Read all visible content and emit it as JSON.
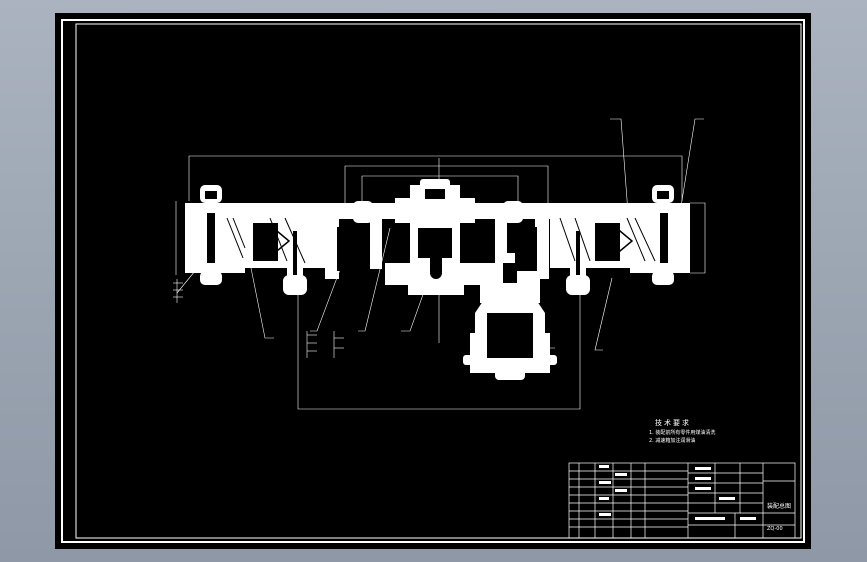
{
  "drawing": {
    "notes_title": "技术要求",
    "notes": [
      "1. 装配前所有零件用煤油清洗",
      "2. 减速箱加注润滑油"
    ],
    "title_block": {
      "drawing_title": "装配总图",
      "drawing_number": "ZQ-00"
    },
    "colors": {
      "desktop": "#9aa3b0",
      "sheet": "#000000",
      "lines": "#ffffff"
    }
  }
}
